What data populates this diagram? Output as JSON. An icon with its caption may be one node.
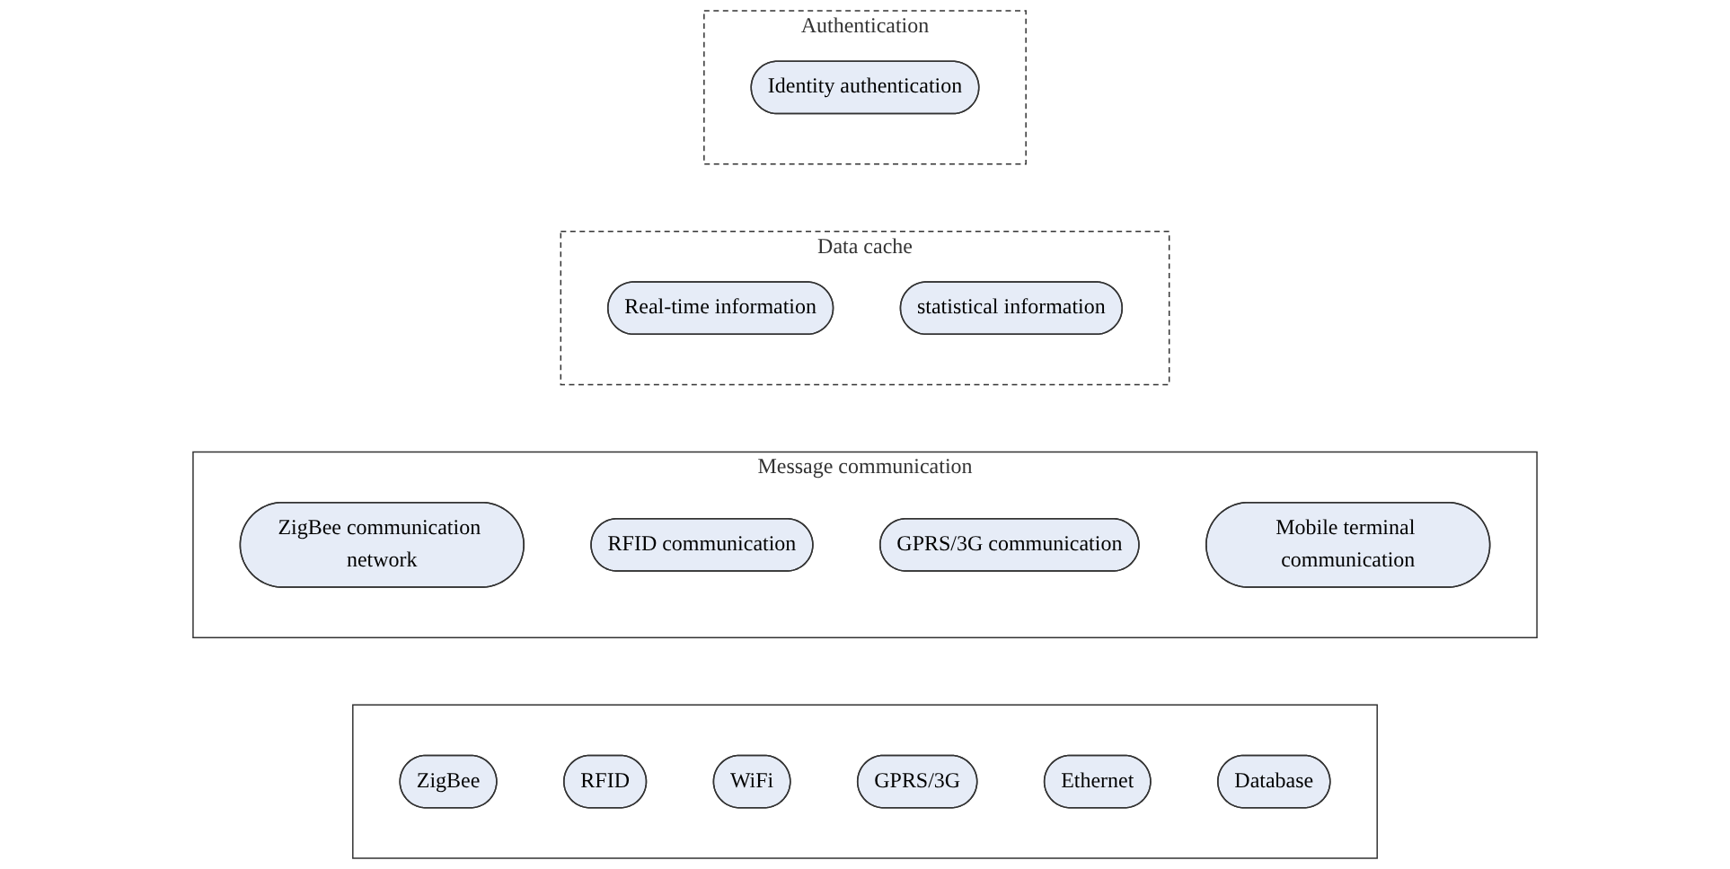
{
  "diagram": {
    "nodes": [
      {
        "text": [
          "Authentication"
        ]
      },
      {
        "text": [
          "Identity authentication"
        ],
        "in": 0
      },
      {
        "text": [
          "Data cache"
        ]
      },
      {
        "text": [
          "Real-time information"
        ],
        "in": 2
      },
      {
        "text": [
          "statistical information"
        ],
        "in": 2
      },
      {
        "text": [
          "Message communication"
        ]
      },
      {
        "text": [
          "ZigBee communication network"
        ],
        "in": 5
      },
      {
        "text": [
          "RFID communication"
        ],
        "in": 5
      },
      {
        "text": [
          "GPRS/3G communication"
        ],
        "in": 5
      },
      {
        "text": [
          "Mobile terminal communication"
        ],
        "in": 5
      },
      {
        "text": [],
        "shape": "box"
      },
      {
        "text": [
          "ZigBee"
        ],
        "in": 10
      },
      {
        "text": [
          "RFID"
        ],
        "in": 10
      },
      {
        "text": [
          "WiFi"
        ],
        "in": 10
      },
      {
        "text": [
          "GPRS/3G"
        ],
        "in": 10
      },
      {
        "text": [
          "Ethernet"
        ],
        "in": 10
      },
      {
        "text": [
          "Database"
        ],
        "in": 10
      }
    ],
    "edges": []
  }
}
